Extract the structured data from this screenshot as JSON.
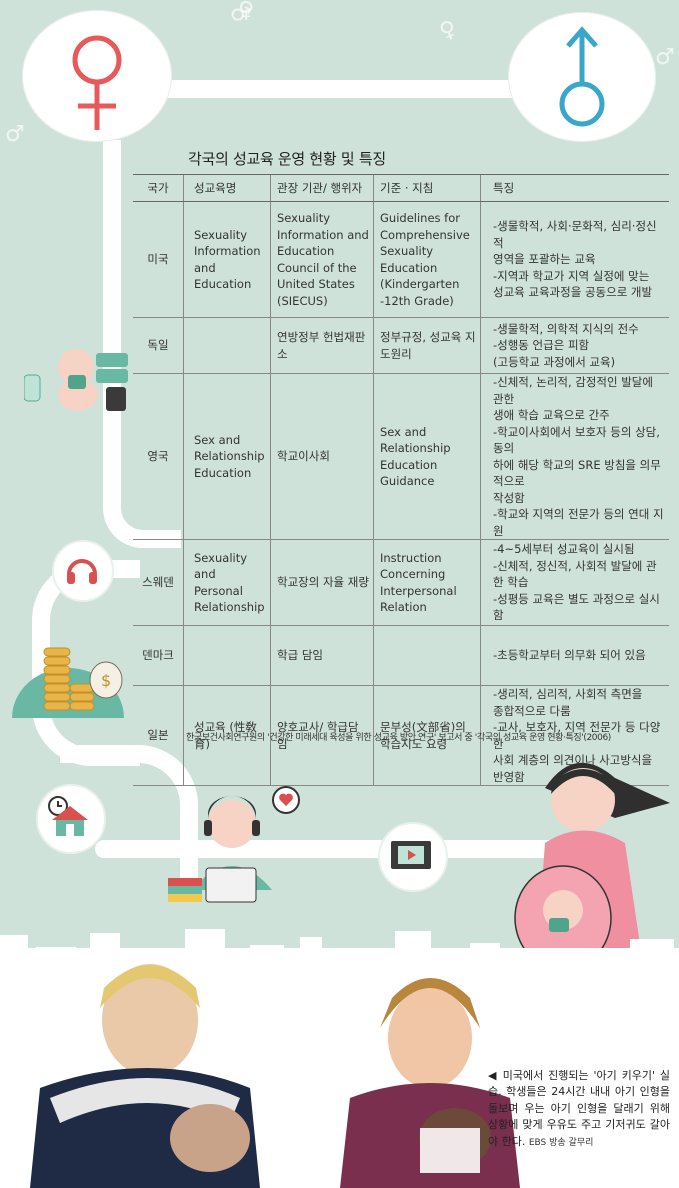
{
  "title": "각국의 성교육 운영 현황 및 특징",
  "table": {
    "headers": [
      "국가",
      "성교육명",
      "관장 기관/ 행위자",
      "기준 · 지침",
      "특징"
    ],
    "rows": [
      {
        "country": "미국",
        "program": "Sexuality Information and Education",
        "agency": "Sexuality Information and Education Council of the United States (SIECUS)",
        "guideline": "Guidelines for Comprehensive Sexuality Education (Kindergarten -12th Grade)",
        "features": "-생물학적, 사회·문화적, 심리·정신적\n  영역을 포괄하는 교육\n-지역과 학교가 지역 실정에 맞는\n  성교육 교육과정을 공동으로 개발"
      },
      {
        "country": "독일",
        "program": "",
        "agency": "연방정부 헌법재판소",
        "guideline": "정부규정, 성교육 지도원리",
        "features": "-생물학적, 의학적 지식의 전수\n-성행동 언급은 피함\n  (고등학교 과정에서 교육)"
      },
      {
        "country": "영국",
        "program": "Sex and Relationship Education",
        "agency": "학교이사회",
        "guideline": "Sex and Relationship Education Guidance",
        "features": "-신체적, 논리적, 감정적인 발달에 관한\n  생애 학습 교육으로 간주\n-학교이사회에서 보호자 등의 상담, 동의\n  하에 해당 학교의 SRE 방침을 의무적으로\n  작성함\n-학교와 지역의 전문가 등의 연대 지원"
      },
      {
        "country": "스웨덴",
        "program": "Sexuality and Personal Relationship",
        "agency": "학교장의 자율 재량",
        "guideline": "Instruction Concerning Interpersonal Relation",
        "features": "-4~5세부터 성교육이 실시됨\n-신체적, 정신적, 사회적 발달에 관한 학습\n-성평등 교육은 별도 과정으로 실시함"
      },
      {
        "country": "덴마크",
        "program": "",
        "agency": "학급 담임",
        "guideline": "",
        "features": "-초등학교부터 의무화 되어 있음"
      },
      {
        "country": "일본",
        "program": "성교육 (性敎育)",
        "agency": "양호교사/ 학급담임",
        "guideline": "문부성(文部省)의 학습지도 요령",
        "features": "-생리적, 심리적, 사회적 측면을\n  종합적으로 다룸\n-교사, 보호자, 지역 전문가 등 다양한\n  사회 계층의 의견이나 사고방식을 반영함"
      }
    ]
  },
  "source": "한국보건사회연구원의 '건강한 미래세대 육성을 위한 성교육 방안 연구' 보고서 중 '각국의 성교육 운영 현황·특징'(2006)",
  "caption": "◀ 미국에서 진행되는 '아기 키우기' 실습. 학생들은 24시간 내내 아기 인형을 돌보며 우는 아기 인형을 달래기 위해 상황에 맞게 우유도 주고 기저귀도 갈아야 한다.",
  "credit": "EBS 방송 갈무리",
  "icons": [
    "female-symbol",
    "male-symbol",
    "baby-icon",
    "headphones-icon",
    "coins-icon",
    "clock-house-icon",
    "student-laptop-icon",
    "video-icon",
    "pregnant-woman-icon"
  ],
  "colors": {
    "background": "#cfe2da",
    "female": "#e85a5a",
    "male": "#3aa6c9"
  }
}
